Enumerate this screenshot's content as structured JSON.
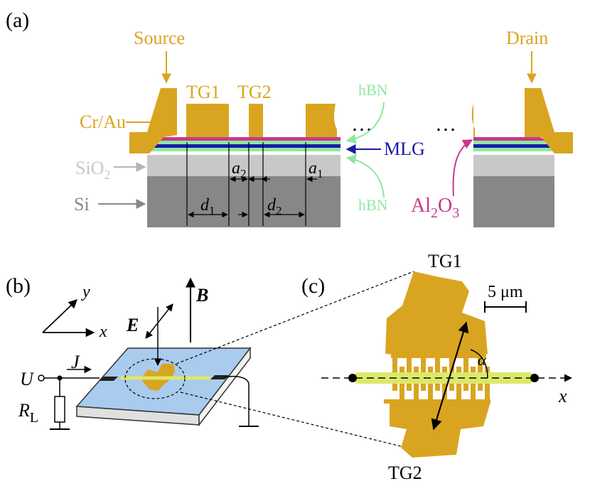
{
  "panel_a": {
    "label": "(a)",
    "source": "Source",
    "drain": "Drain",
    "tg1": "TG1",
    "tg2": "TG2",
    "cr_au": "Cr/Au",
    "sio2_base": "SiO",
    "sio2_sub": "2",
    "si": "Si",
    "hbn_top": "hBN",
    "hbn_bottom": "hBN",
    "mlg": "MLG",
    "al2o3_a": "Al",
    "al2o3_sub1": "2",
    "al2o3_o": "O",
    "al2o3_sub2": "3",
    "ellipsis": "…",
    "d1": "d",
    "d1_sub": "1",
    "d2": "d",
    "d2_sub": "2",
    "a1": "a",
    "a1_sub": "1",
    "a2": "a",
    "a2_sub": "2"
  },
  "panel_b": {
    "label": "(b)",
    "axis_y": "y",
    "axis_x": "x",
    "field_e": "E",
    "field_b": "B",
    "current_j": "J",
    "voltage_u": "U",
    "load_r": "R",
    "load_sub": "L"
  },
  "panel_c": {
    "label": "(c)",
    "tg1": "TG1",
    "tg2": "TG2",
    "scale": "5 μm",
    "angle": "α",
    "axis_x": "x"
  },
  "colors": {
    "gold": "#d9a520",
    "sio2": "#c8c8c8",
    "si": "#878787",
    "hbn": "#8ee8a0",
    "mlg": "#1a1aa8",
    "al2o3": "#c8388c",
    "substrate_top": "#a9cbee",
    "graphene_strip": "#dce86a"
  }
}
